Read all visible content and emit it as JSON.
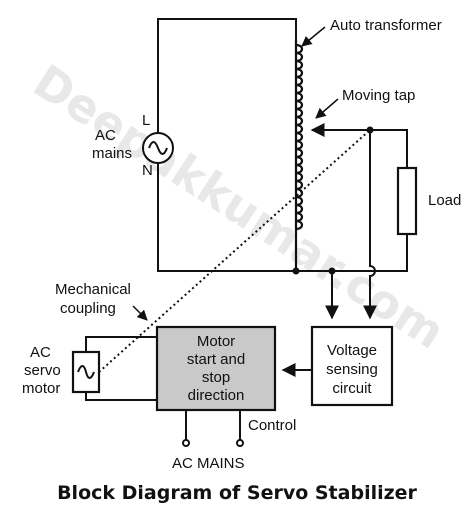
{
  "watermark": "Deepakkumar.com",
  "labels": {
    "auto_transformer": "Auto transformer",
    "moving_tap": "Moving tap",
    "ac_mains_1": "AC",
    "ac_mains_2": "mains",
    "line": "L",
    "neutral": "N",
    "load": "Load",
    "mechanical_1": "Mechanical",
    "mechanical_2": "coupling",
    "servo_1": "AC",
    "servo_2": "servo",
    "servo_3": "motor",
    "control": "Control",
    "ac_mains_bottom": "AC MAINS"
  },
  "blocks": {
    "motor": {
      "line1": "Motor",
      "line2": "start and",
      "line3": "stop",
      "line4": "direction"
    },
    "voltage": {
      "line1": "Voltage",
      "line2": "sensing",
      "line3": "circuit"
    }
  },
  "title": "Block Diagram of Servo Stabilizer"
}
